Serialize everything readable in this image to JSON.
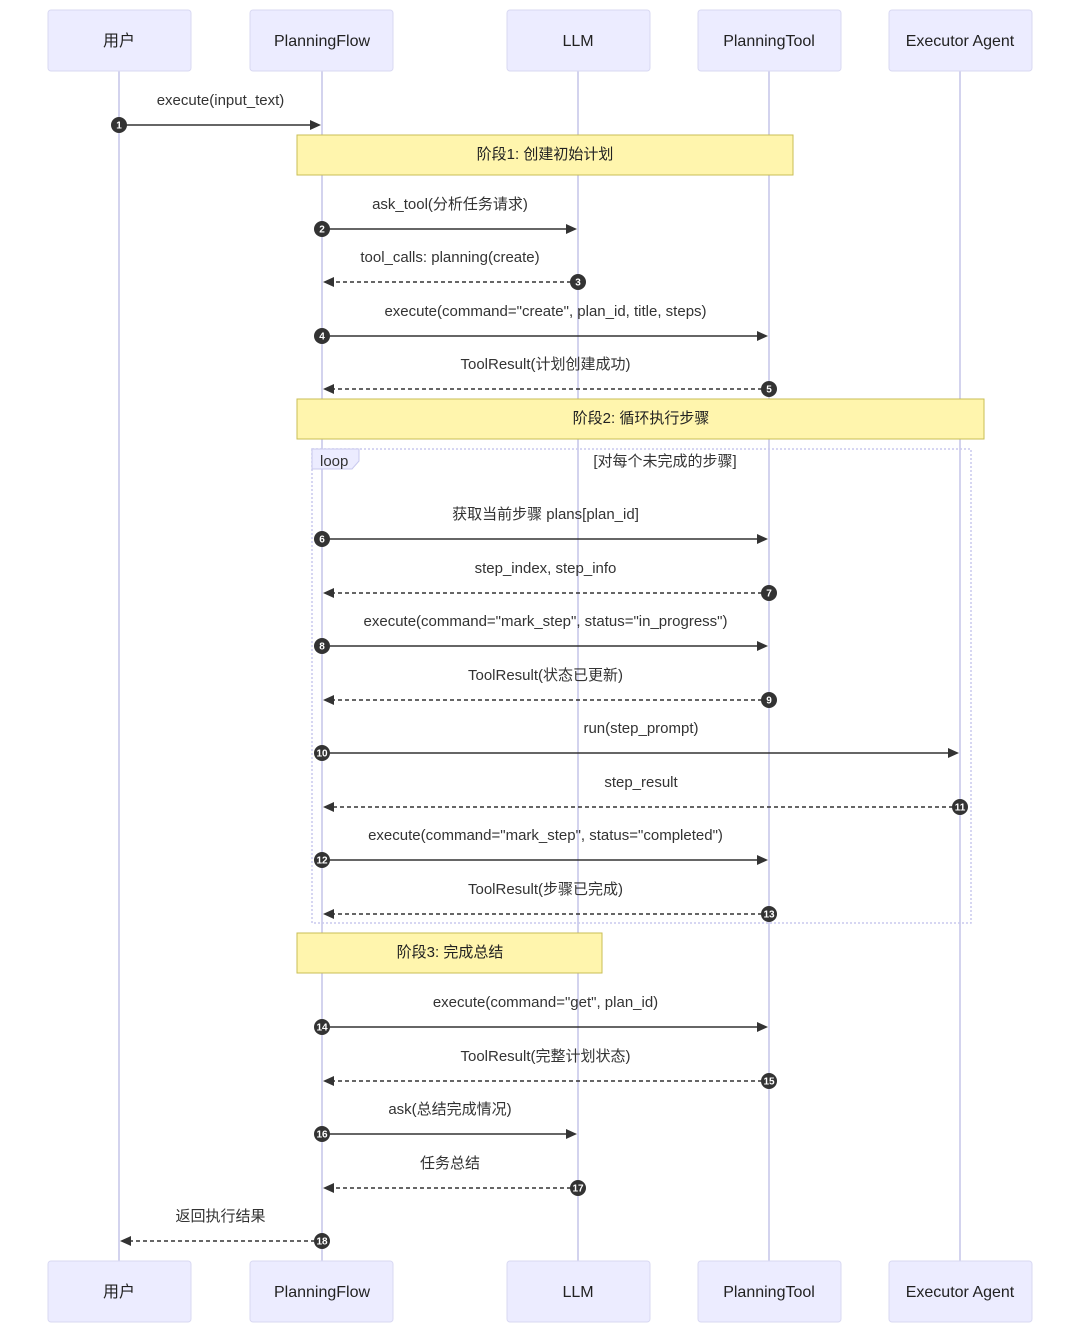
{
  "participants": [
    "用户",
    "PlanningFlow",
    "LLM",
    "PlanningTool",
    "Executor Agent"
  ],
  "notes": [
    {
      "text": "阶段1: 创建初始计划"
    },
    {
      "text": "阶段2: 循环执行步骤"
    },
    {
      "text": "阶段3: 完成总结"
    }
  ],
  "loop": {
    "label": "loop",
    "condition": "[对每个未完成的步骤]"
  },
  "messages": [
    {
      "num": "1",
      "text": "execute(input_text)",
      "from": "用户",
      "to": "PlanningFlow",
      "style": "solid"
    },
    {
      "num": "2",
      "text": "ask_tool(分析任务请求)",
      "from": "PlanningFlow",
      "to": "LLM",
      "style": "solid"
    },
    {
      "num": "3",
      "text": "tool_calls: planning(create)",
      "from": "LLM",
      "to": "PlanningFlow",
      "style": "dashed"
    },
    {
      "num": "4",
      "text": "execute(command=\"create\", plan_id, title, steps)",
      "from": "PlanningFlow",
      "to": "PlanningTool",
      "style": "solid"
    },
    {
      "num": "5",
      "text": "ToolResult(计划创建成功)",
      "from": "PlanningTool",
      "to": "PlanningFlow",
      "style": "dashed"
    },
    {
      "num": "6",
      "text": "获取当前步骤 plans[plan_id]",
      "from": "PlanningFlow",
      "to": "PlanningTool",
      "style": "solid"
    },
    {
      "num": "7",
      "text": "step_index, step_info",
      "from": "PlanningTool",
      "to": "PlanningFlow",
      "style": "dashed"
    },
    {
      "num": "8",
      "text": "execute(command=\"mark_step\", status=\"in_progress\")",
      "from": "PlanningFlow",
      "to": "PlanningTool",
      "style": "solid"
    },
    {
      "num": "9",
      "text": "ToolResult(状态已更新)",
      "from": "PlanningTool",
      "to": "PlanningFlow",
      "style": "dashed"
    },
    {
      "num": "10",
      "text": "run(step_prompt)",
      "from": "PlanningFlow",
      "to": "Executor Agent",
      "style": "solid"
    },
    {
      "num": "11",
      "text": "step_result",
      "from": "Executor Agent",
      "to": "PlanningFlow",
      "style": "dashed"
    },
    {
      "num": "12",
      "text": "execute(command=\"mark_step\", status=\"completed\")",
      "from": "PlanningFlow",
      "to": "PlanningTool",
      "style": "solid"
    },
    {
      "num": "13",
      "text": "ToolResult(步骤已完成)",
      "from": "PlanningTool",
      "to": "PlanningFlow",
      "style": "dashed"
    },
    {
      "num": "14",
      "text": "execute(command=\"get\", plan_id)",
      "from": "PlanningFlow",
      "to": "PlanningTool",
      "style": "solid"
    },
    {
      "num": "15",
      "text": "ToolResult(完整计划状态)",
      "from": "PlanningTool",
      "to": "PlanningFlow",
      "style": "dashed"
    },
    {
      "num": "16",
      "text": "ask(总结完成情况)",
      "from": "PlanningFlow",
      "to": "LLM",
      "style": "solid"
    },
    {
      "num": "17",
      "text": "任务总结",
      "from": "LLM",
      "to": "PlanningFlow",
      "style": "dashed"
    },
    {
      "num": "18",
      "text": "返回执行结果",
      "from": "PlanningFlow",
      "to": "用户",
      "style": "dashed"
    }
  ]
}
